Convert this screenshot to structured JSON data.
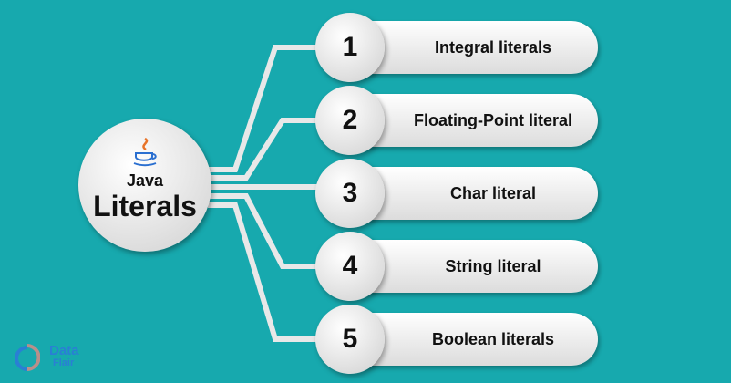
{
  "center": {
    "line1": "Java",
    "line2": "Literals",
    "icon": "java-cup-icon"
  },
  "items": [
    {
      "number": "1",
      "label": "Integral literals"
    },
    {
      "number": "2",
      "label": "Floating-Point literal"
    },
    {
      "number": "3",
      "label": "Char literal"
    },
    {
      "number": "4",
      "label": "String literal"
    },
    {
      "number": "5",
      "label": "Boolean literals"
    }
  ],
  "logo": {
    "word1": "Data",
    "word2": "Flair"
  },
  "colors": {
    "background": "#17a9ae",
    "connector": "#e6e6e6",
    "logo": "#2a7fd4"
  }
}
